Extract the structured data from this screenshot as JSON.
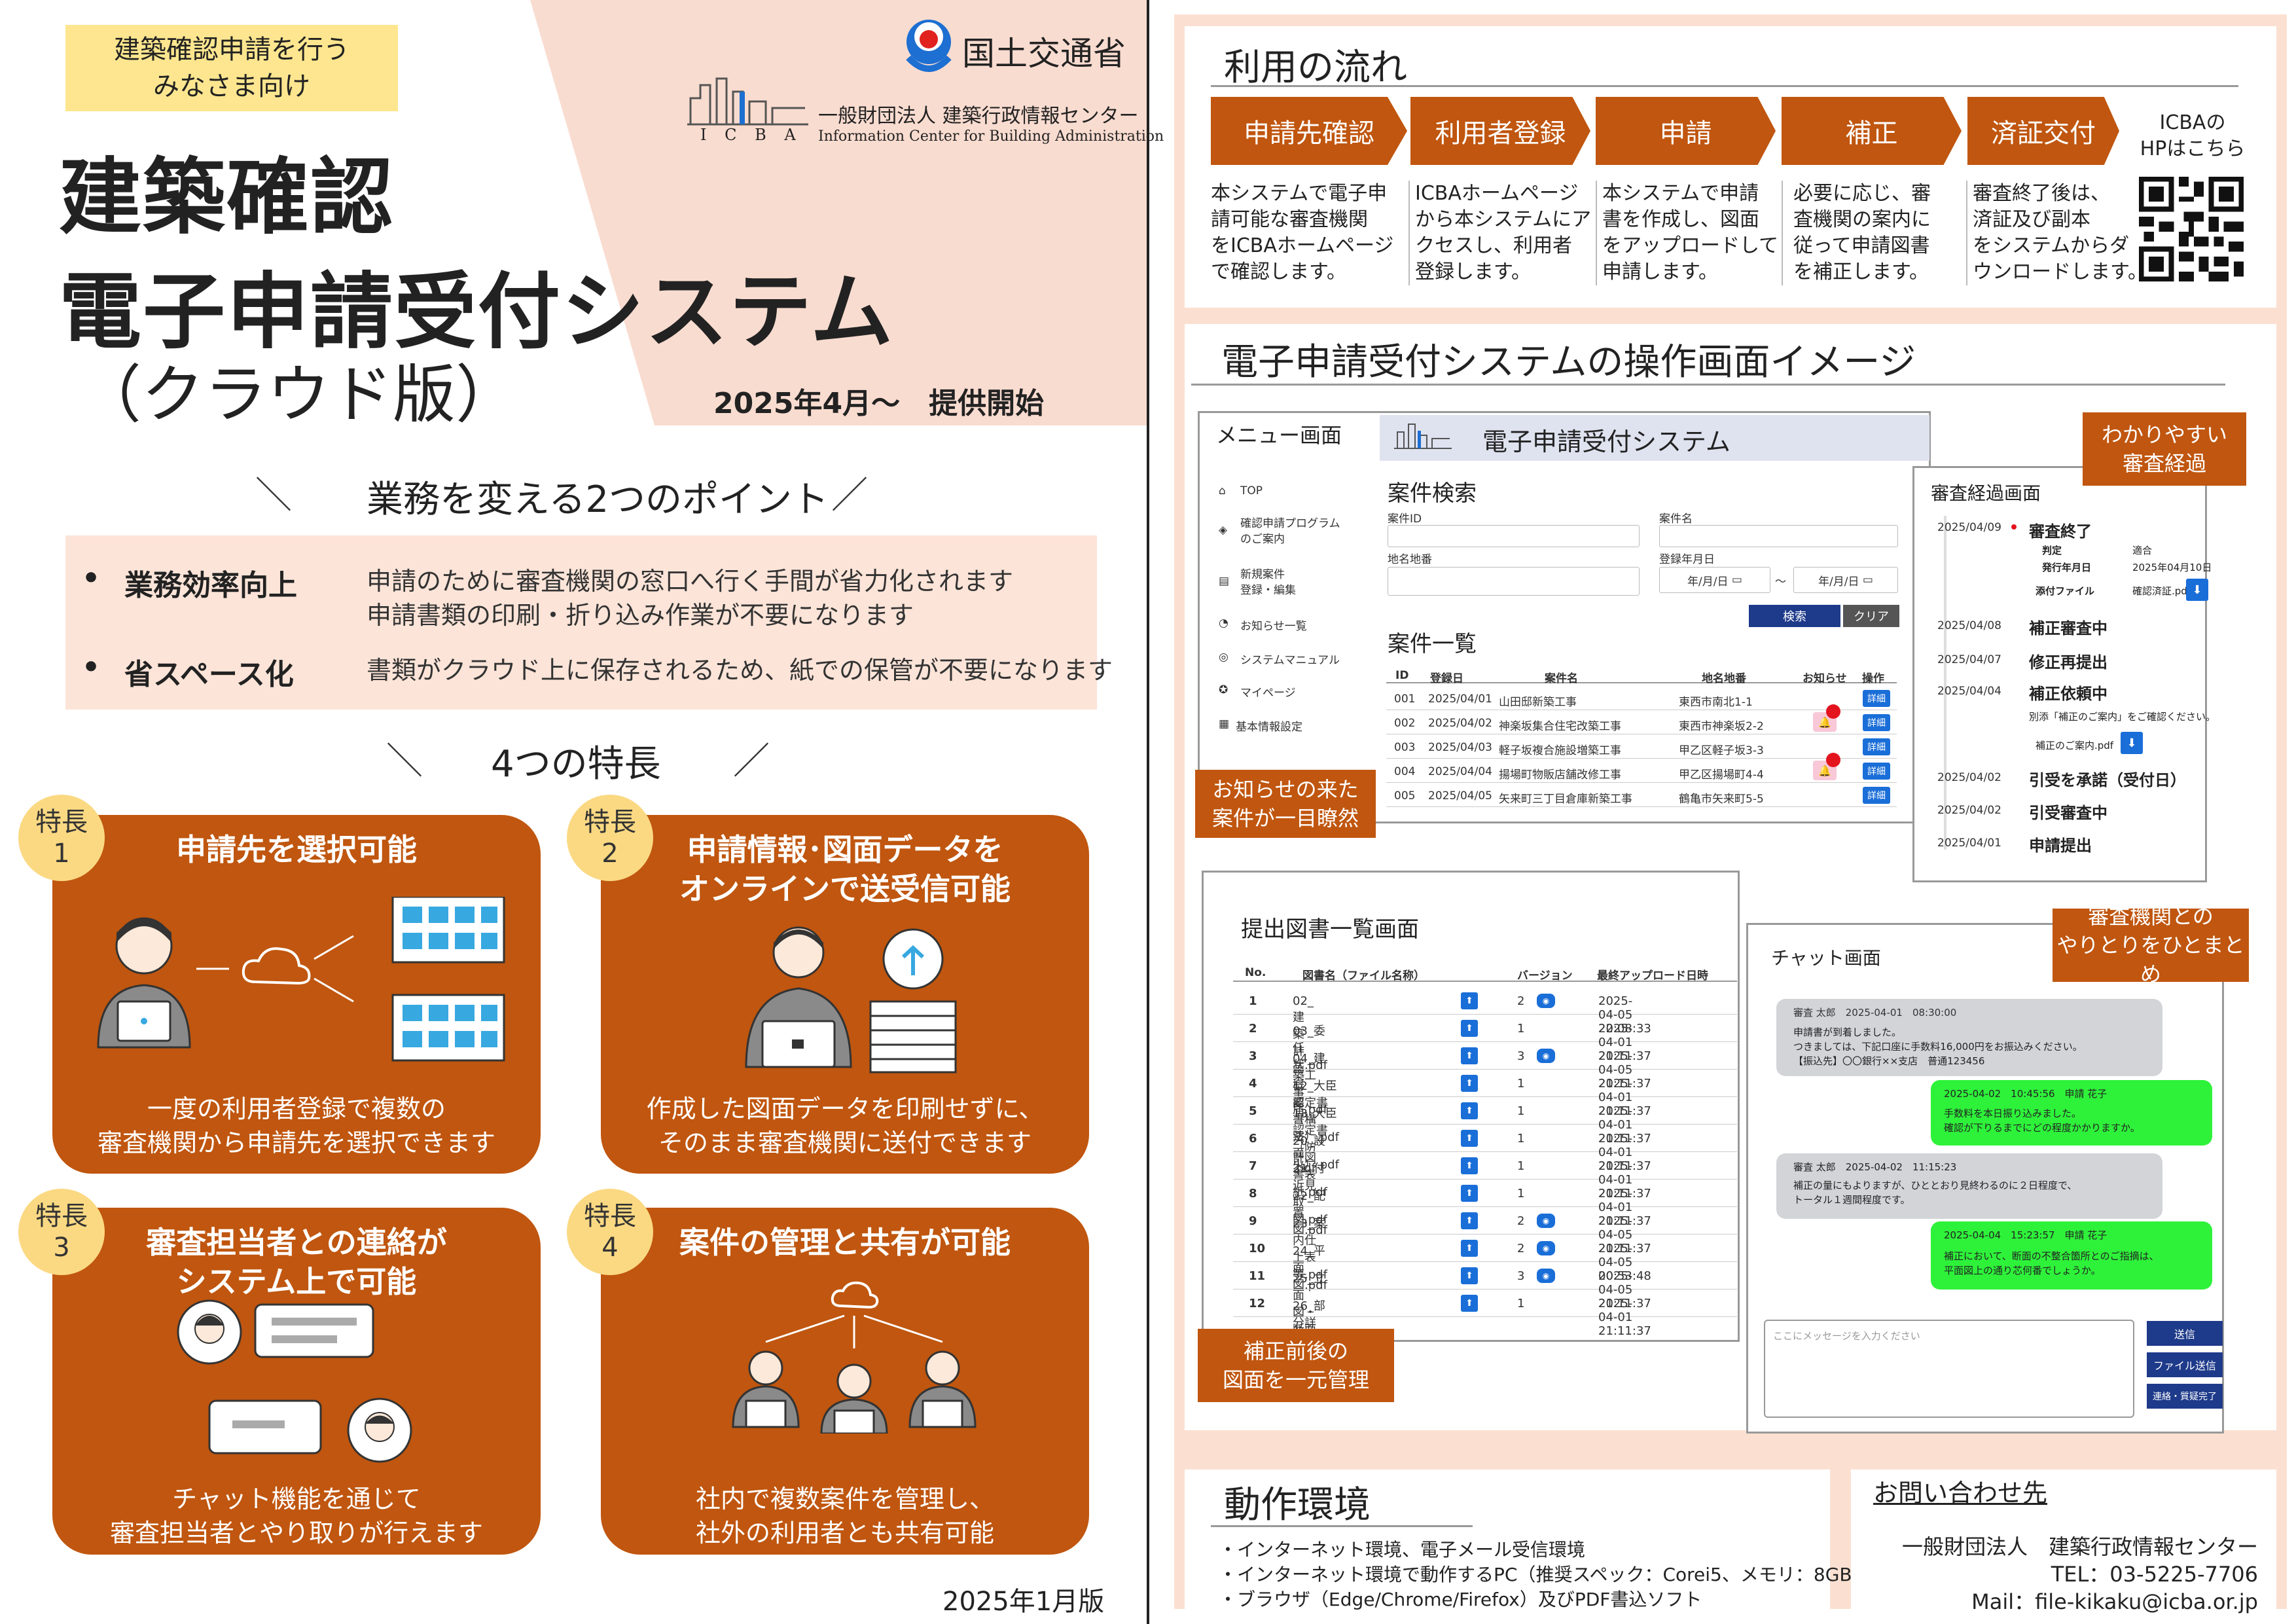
{
  "header": {
    "tag": "建築確認申請を行う\nみなさま向け",
    "title_line1": "建築確認",
    "title_line2": "電子申請受付システム",
    "title_line3": "（クラウド版）",
    "start": "2025年4月～　提供開始",
    "ministry": "国土交通省",
    "org_logo_text": "I C B A",
    "org_name": "一般財団法人 建築行政情報センター",
    "org_name_en": "Information Center for Building Administration"
  },
  "points": {
    "heading": "業務を変える2つのポイント",
    "items": [
      {
        "label": "業務効率向上",
        "text": "申請のために審査機関の窓口へ行く手間が省力化されます\n申請書類の印刷・折り込み作業が不要になります"
      },
      {
        "label": "省スペース化",
        "text": "書類がクラウド上に保存されるため、紙での保管が不要になります"
      }
    ]
  },
  "features": {
    "heading": "4つの特長",
    "items": [
      {
        "badge": "特長\n1",
        "title": "申請先を選択可能",
        "text": "一度の利用者登録で複数の\n審査機関から申請先を選択できます"
      },
      {
        "badge": "特長\n2",
        "title": "申請情報･図面データを\nオンラインで送受信可能",
        "text": "作成した図面データを印刷せずに、\nそのまま審査機関に送付できます"
      },
      {
        "badge": "特長\n3",
        "title": "審査担当者との連絡が\nシステム上で可能",
        "text": "チャット機能を通じて\n審査担当者とやり取りが行えます"
      },
      {
        "badge": "特長\n4",
        "title": "案件の管理と共有が可能",
        "text": "社内で複数案件を管理し、\n社外の利用者とも共有可能"
      }
    ]
  },
  "edition": "2025年1月版",
  "flow": {
    "title": "利用の流れ",
    "steps": [
      {
        "label": "申請先確認",
        "text": "本システムで電子申\n請可能な審査機関\nをICBAホームページ\nで確認します。"
      },
      {
        "label": "利用者登録",
        "text": "ICBAホームページ\nから本システムにア\nクセスし、利用者\n登録します。"
      },
      {
        "label": "申請",
        "text": "本システムで申請\n書を作成し、図面\nをアップロードして\n申請します。"
      },
      {
        "label": "補正",
        "text": "必要に応じ、審\n査機関の案内に\n従って申請図書\nを補正します。"
      },
      {
        "label": "済証交付",
        "text": "審査終了後は、\n済証及び副本\nをシステムからダ\nウンロードします。"
      }
    ],
    "hp_link": "ICBAの\nHPはこちら"
  },
  "screens": {
    "title": "電子申請受付システムの操作画面イメージ",
    "menu": {
      "title": "メニュー画面",
      "items": [
        "TOP",
        "確認申請プログラム\nのご案内",
        "新規案件\n登録・編集",
        "お知らせ一覧",
        "システムマニュアル",
        "マイページ",
        "基本情報設定"
      ]
    },
    "system_name": "電子申請受付システム",
    "search": {
      "title": "案件検索",
      "f_id": "案件ID",
      "f_name": "案件名",
      "f_addr": "地名地番",
      "f_date": "登録年月日",
      "date_ph": "年/月/日",
      "btn_search": "検索",
      "btn_clear": "クリア"
    },
    "list": {
      "title": "案件一覧",
      "headers": [
        "ID",
        "登録日",
        "案件名",
        "地名地番",
        "お知らせ",
        "操作"
      ],
      "detail": "詳細",
      "rows": [
        [
          "001",
          "2025/04/01",
          "山田邸新築工事",
          "東西市南北1-1"
        ],
        [
          "002",
          "2025/04/02",
          "神楽坂集合住宅改築工事",
          "東西市神楽坂2-2"
        ],
        [
          "003",
          "2025/04/03",
          "軽子坂複合施設増築工事",
          "甲乙区軽子坂3-3"
        ],
        [
          "004",
          "2025/04/04",
          "揚場町物販店舗改修工事",
          "甲乙区揚場町4-4"
        ],
        [
          "005",
          "2025/04/05",
          "矢来町三丁目倉庫新築工事",
          "鶴亀市矢来町5-5"
        ]
      ]
    },
    "callout_notice": "お知らせの来た\n案件が一目瞭然",
    "callout_progress": "わかりやすい\n審査経過",
    "progress": {
      "title": "審査経過画面",
      "events": [
        {
          "date": "2025/04/09",
          "label": "審査終了"
        },
        {
          "date": "2025/04/08",
          "label": "補正審査中"
        },
        {
          "date": "2025/04/07",
          "label": "修正再提出"
        },
        {
          "date": "2025/04/04",
          "label": "補正依頼中"
        },
        {
          "date": "2025/04/02",
          "label": "引受を承諾（受付日）"
        },
        {
          "date": "2025/04/02",
          "label": "引受審査中"
        },
        {
          "date": "2025/04/01",
          "label": "申請提出"
        }
      ],
      "d_judge": "判定",
      "d_judge_v": "適合",
      "d_date": "発行年月日",
      "d_date_v": "2025年04月10日",
      "d_file": "添付ファイル",
      "d_file_v": "確認済証.pdf",
      "d_note": "別添「補正のご案内」をご確認ください。",
      "d_note_file": "補正のご案内.pdf"
    },
    "docs": {
      "title": "提出図書一覧画面",
      "headers": [
        "No.",
        "図書名（ファイル名称）",
        "バージョン",
        "最終アップロード日時"
      ],
      "rows": [
        [
          "1",
          "02_建築計画概要書三面 .pdf",
          "2",
          "2025-04-05 22:08:33"
        ],
        [
          "2",
          "03_委任状.pdf",
          "1",
          "2025-04-01 21:11:37"
        ],
        [
          "3",
          "04_建築工事届.pdf",
          "3",
          "2025-04-05 21:11:37"
        ],
        [
          "4",
          "12_大臣認定書（構法）.pdf",
          "1",
          "2025-04-01 21:11:37"
        ],
        [
          "5",
          "13_大臣認定書（防火）.pdf",
          "1",
          "2025-04-01 21:11:37"
        ],
        [
          "6",
          "20_設計図書表紙.pdf",
          "1",
          "2025-04-01 21:11:37"
        ],
        [
          "7",
          "21_付近見取図.pdf",
          "1",
          "2025-04-01 21:11:37"
        ],
        [
          "8",
          "22_配置図.pdf",
          "1",
          "2025-04-01 21:11:37"
        ],
        [
          "9",
          "23_案内仕上表等.pdf",
          "2",
          "2025-04-05 21:11:37"
        ],
        [
          "10",
          "24_平面図.pdf",
          "2",
          "2025-04-05 00:53:48"
        ],
        [
          "11",
          "25_立面図・断面図.pdf",
          "3",
          "2025-04-05 21:11:37"
        ],
        [
          "12",
          "26_部分詳細図_換気扇.pdf",
          "1",
          "2025-04-01 21:11:37"
        ]
      ]
    },
    "callout_docs": "補正前後の\n図面を一元管理",
    "chat": {
      "title": "チャット画面",
      "messages": [
        {
          "side": "left",
          "head": "審査 太郎　2025-04-01　08:30:00",
          "body": "申請書が到着しました。\nつきましては、下記口座に手数料16,000円をお振込みください。\n【振込先】〇〇銀行××支店　普通123456"
        },
        {
          "side": "right",
          "head": "2025-04-02　10:45:56　申請 花子",
          "body": "手数料を本日振り込みました。\n確認が下りるまでにどの程度かかりますか。"
        },
        {
          "side": "left",
          "head": "審査 太郎　2025-04-02　11:15:23",
          "body": "補正の量にもよりますが、ひととおり見終わるのに２日程度で、\nトータル１週間程度です。"
        },
        {
          "side": "right",
          "head": "2025-04-04　15:23:57　申請 花子",
          "body": "補正において、断面の不整合箇所とのご指摘は、\n平面図上の通り芯何番でしょうか。"
        }
      ],
      "input_ph": "ここにメッセージを入力ください",
      "btn_send": "送信",
      "btn_file": "ファイル送信",
      "btn_done": "連絡・質疑完了"
    },
    "callout_chat": "審査機関との\nやりとりをひとまとめ"
  },
  "env": {
    "title": "動作環境",
    "items": [
      "・インターネット環境、電子メール受信環境",
      "・インターネット環境で動作するPC（推奨スペック：Corei5、メモリ：8GB）",
      "・ブラウザ（Edge/Chrome/Firefox）及びPDF書込ソフト"
    ]
  },
  "contact": {
    "title": "お問い合わせ先",
    "org": "一般財団法人　建築行政情報センター",
    "tel": "TEL：03-5225-7706",
    "mail": "Mail：file-kikaku@icba.or.jp"
  },
  "colors": {
    "accent": "#c0560f",
    "peach": "#fbe0d2",
    "badge": "#fbd983",
    "chat_green": "#2ef23a"
  }
}
